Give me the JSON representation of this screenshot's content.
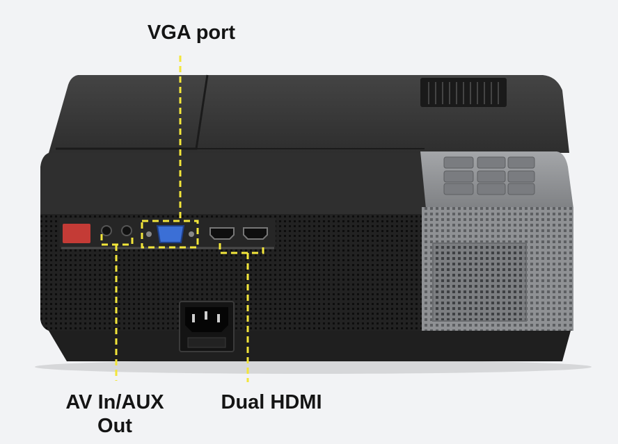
{
  "callouts": {
    "vga": "VGA port",
    "av_line1": "AV In/AUX",
    "av_line2": "Out",
    "hdmi": "Dual HDMI"
  },
  "icons": [
    "power-inlet-icon",
    "vga-connector-icon",
    "hdmi-port-icon",
    "control-button-icon"
  ],
  "colors": {
    "background": "#f2f3f5",
    "body_dark": "#2a2a2a",
    "body_top": "#3a3a3a",
    "side_panel": "#8c8e91",
    "vga_blue": "#3b6fd6",
    "red_port": "#c43b36",
    "callout_line": "#f3e63a",
    "label_text": "#141414"
  }
}
